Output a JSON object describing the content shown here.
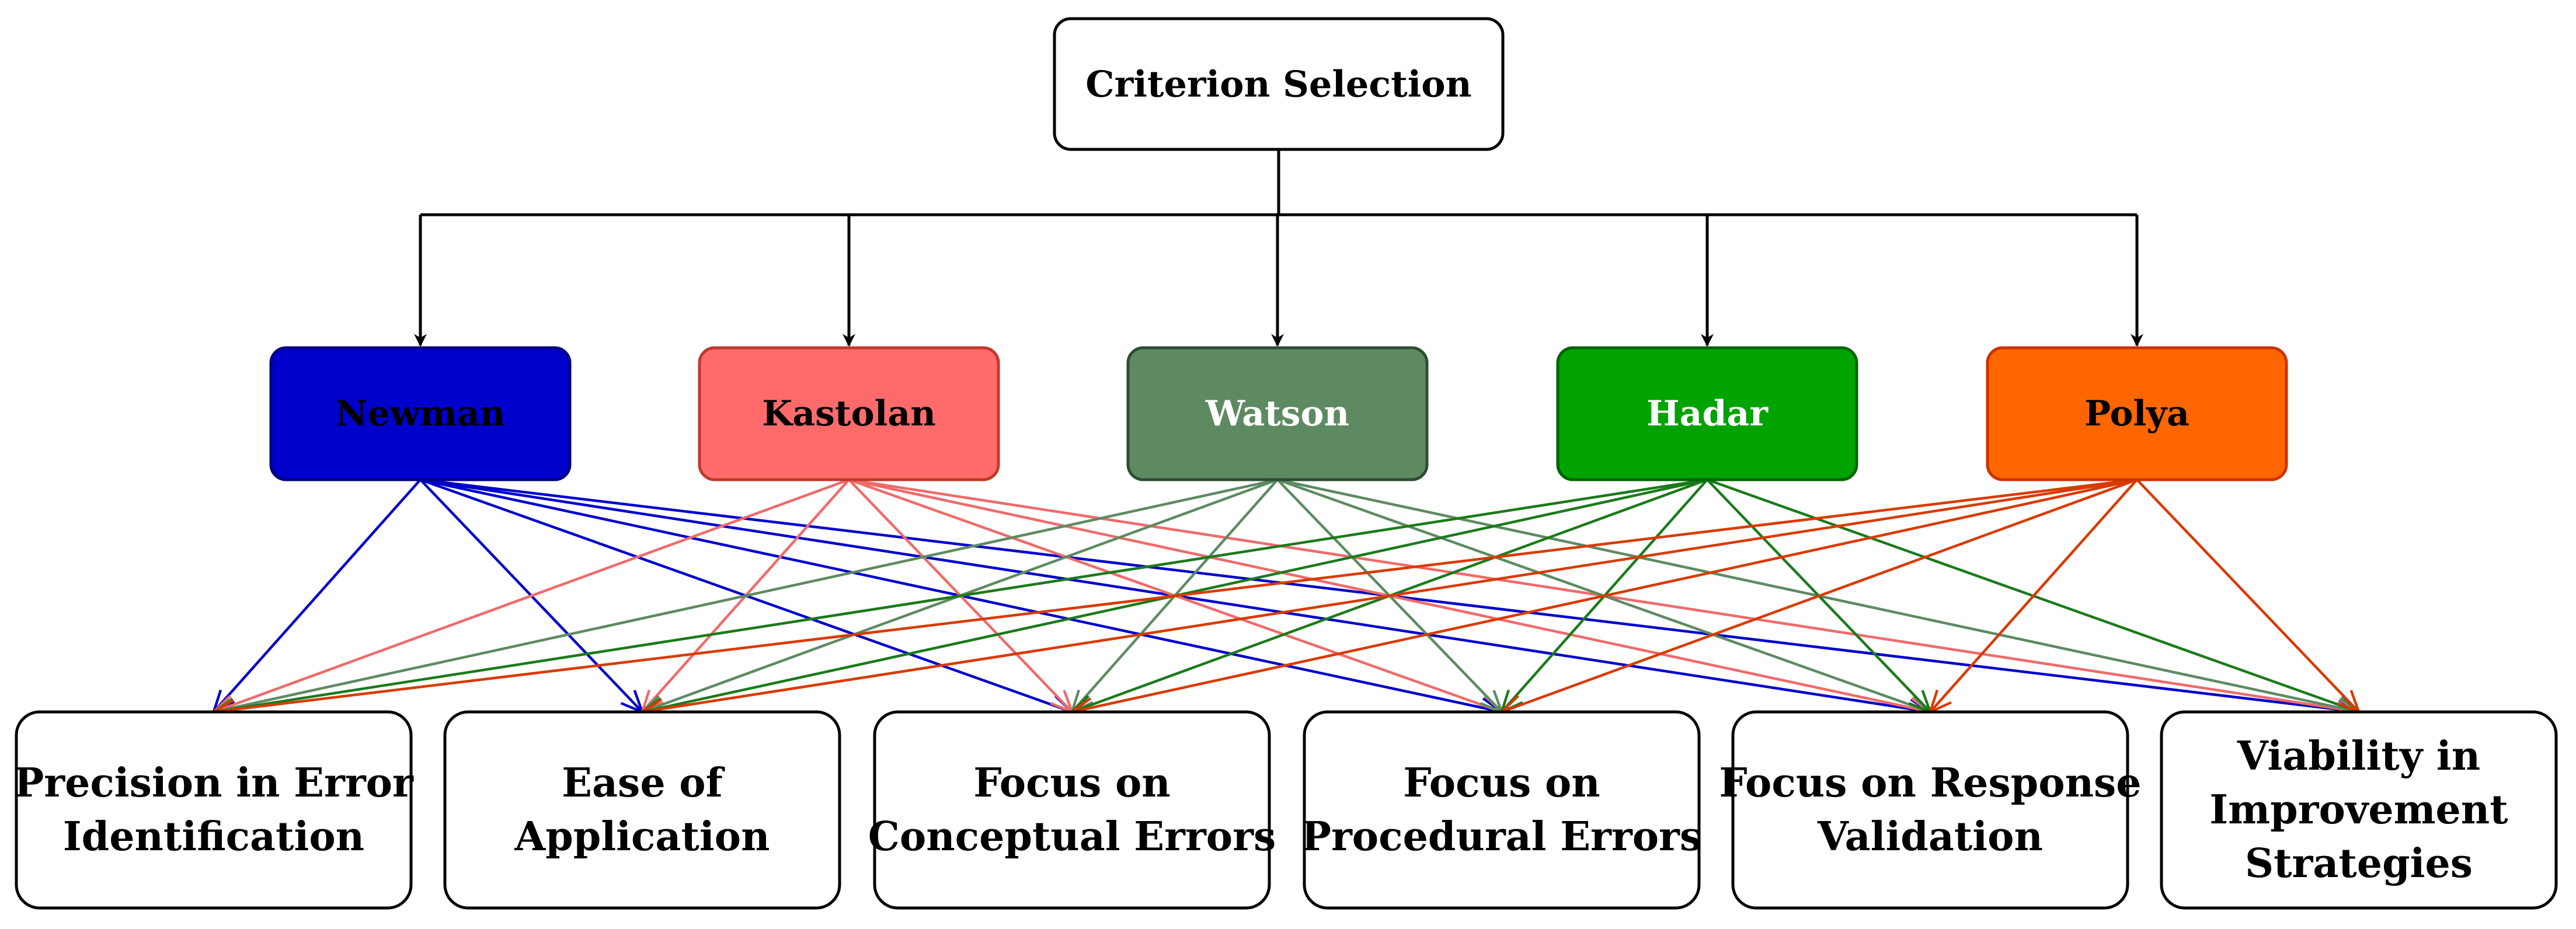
{
  "root": {
    "label": "Criterion Selection"
  },
  "methods": [
    {
      "id": "newman",
      "label": "Newman",
      "fill": "#0000CC",
      "stroke": "#000080",
      "text_color": "#000000",
      "edge_color": "#0000CC"
    },
    {
      "id": "kastolan",
      "label": "Kastolan",
      "fill": "#FF6B6B",
      "stroke": "#C0392B",
      "text_color": "#000000",
      "edge_color": "#F06A6A"
    },
    {
      "id": "watson",
      "label": "Watson",
      "fill": "#5E8A62",
      "stroke": "#2E4D31",
      "text_color": "#FFFFFF",
      "edge_color": "#5E8A62"
    },
    {
      "id": "hadar",
      "label": "Hadar",
      "fill": "#00A300",
      "stroke": "#006400",
      "text_color": "#FFFFFF",
      "edge_color": "#1A7A1A"
    },
    {
      "id": "polya",
      "label": "Polya",
      "fill": "#FF6600",
      "stroke": "#CC3300",
      "text_color": "#000000",
      "edge_color": "#D93A00"
    }
  ],
  "criteria": [
    {
      "id": "precision",
      "lines": [
        "Precision in Error",
        "Identification"
      ]
    },
    {
      "id": "ease",
      "lines": [
        "Ease of",
        "Application"
      ]
    },
    {
      "id": "conceptual",
      "lines": [
        "Focus on",
        "Conceptual Errors"
      ]
    },
    {
      "id": "procedural",
      "lines": [
        "Focus on",
        "Procedural Errors"
      ]
    },
    {
      "id": "response",
      "lines": [
        "Focus on Response",
        "Validation"
      ]
    },
    {
      "id": "viability",
      "lines": [
        "Viability in",
        "Improvement",
        "Strategies"
      ]
    }
  ],
  "colors": {
    "tree_line": "#000000",
    "box_border": "#000000",
    "box_fill": "#FFFFFF"
  }
}
